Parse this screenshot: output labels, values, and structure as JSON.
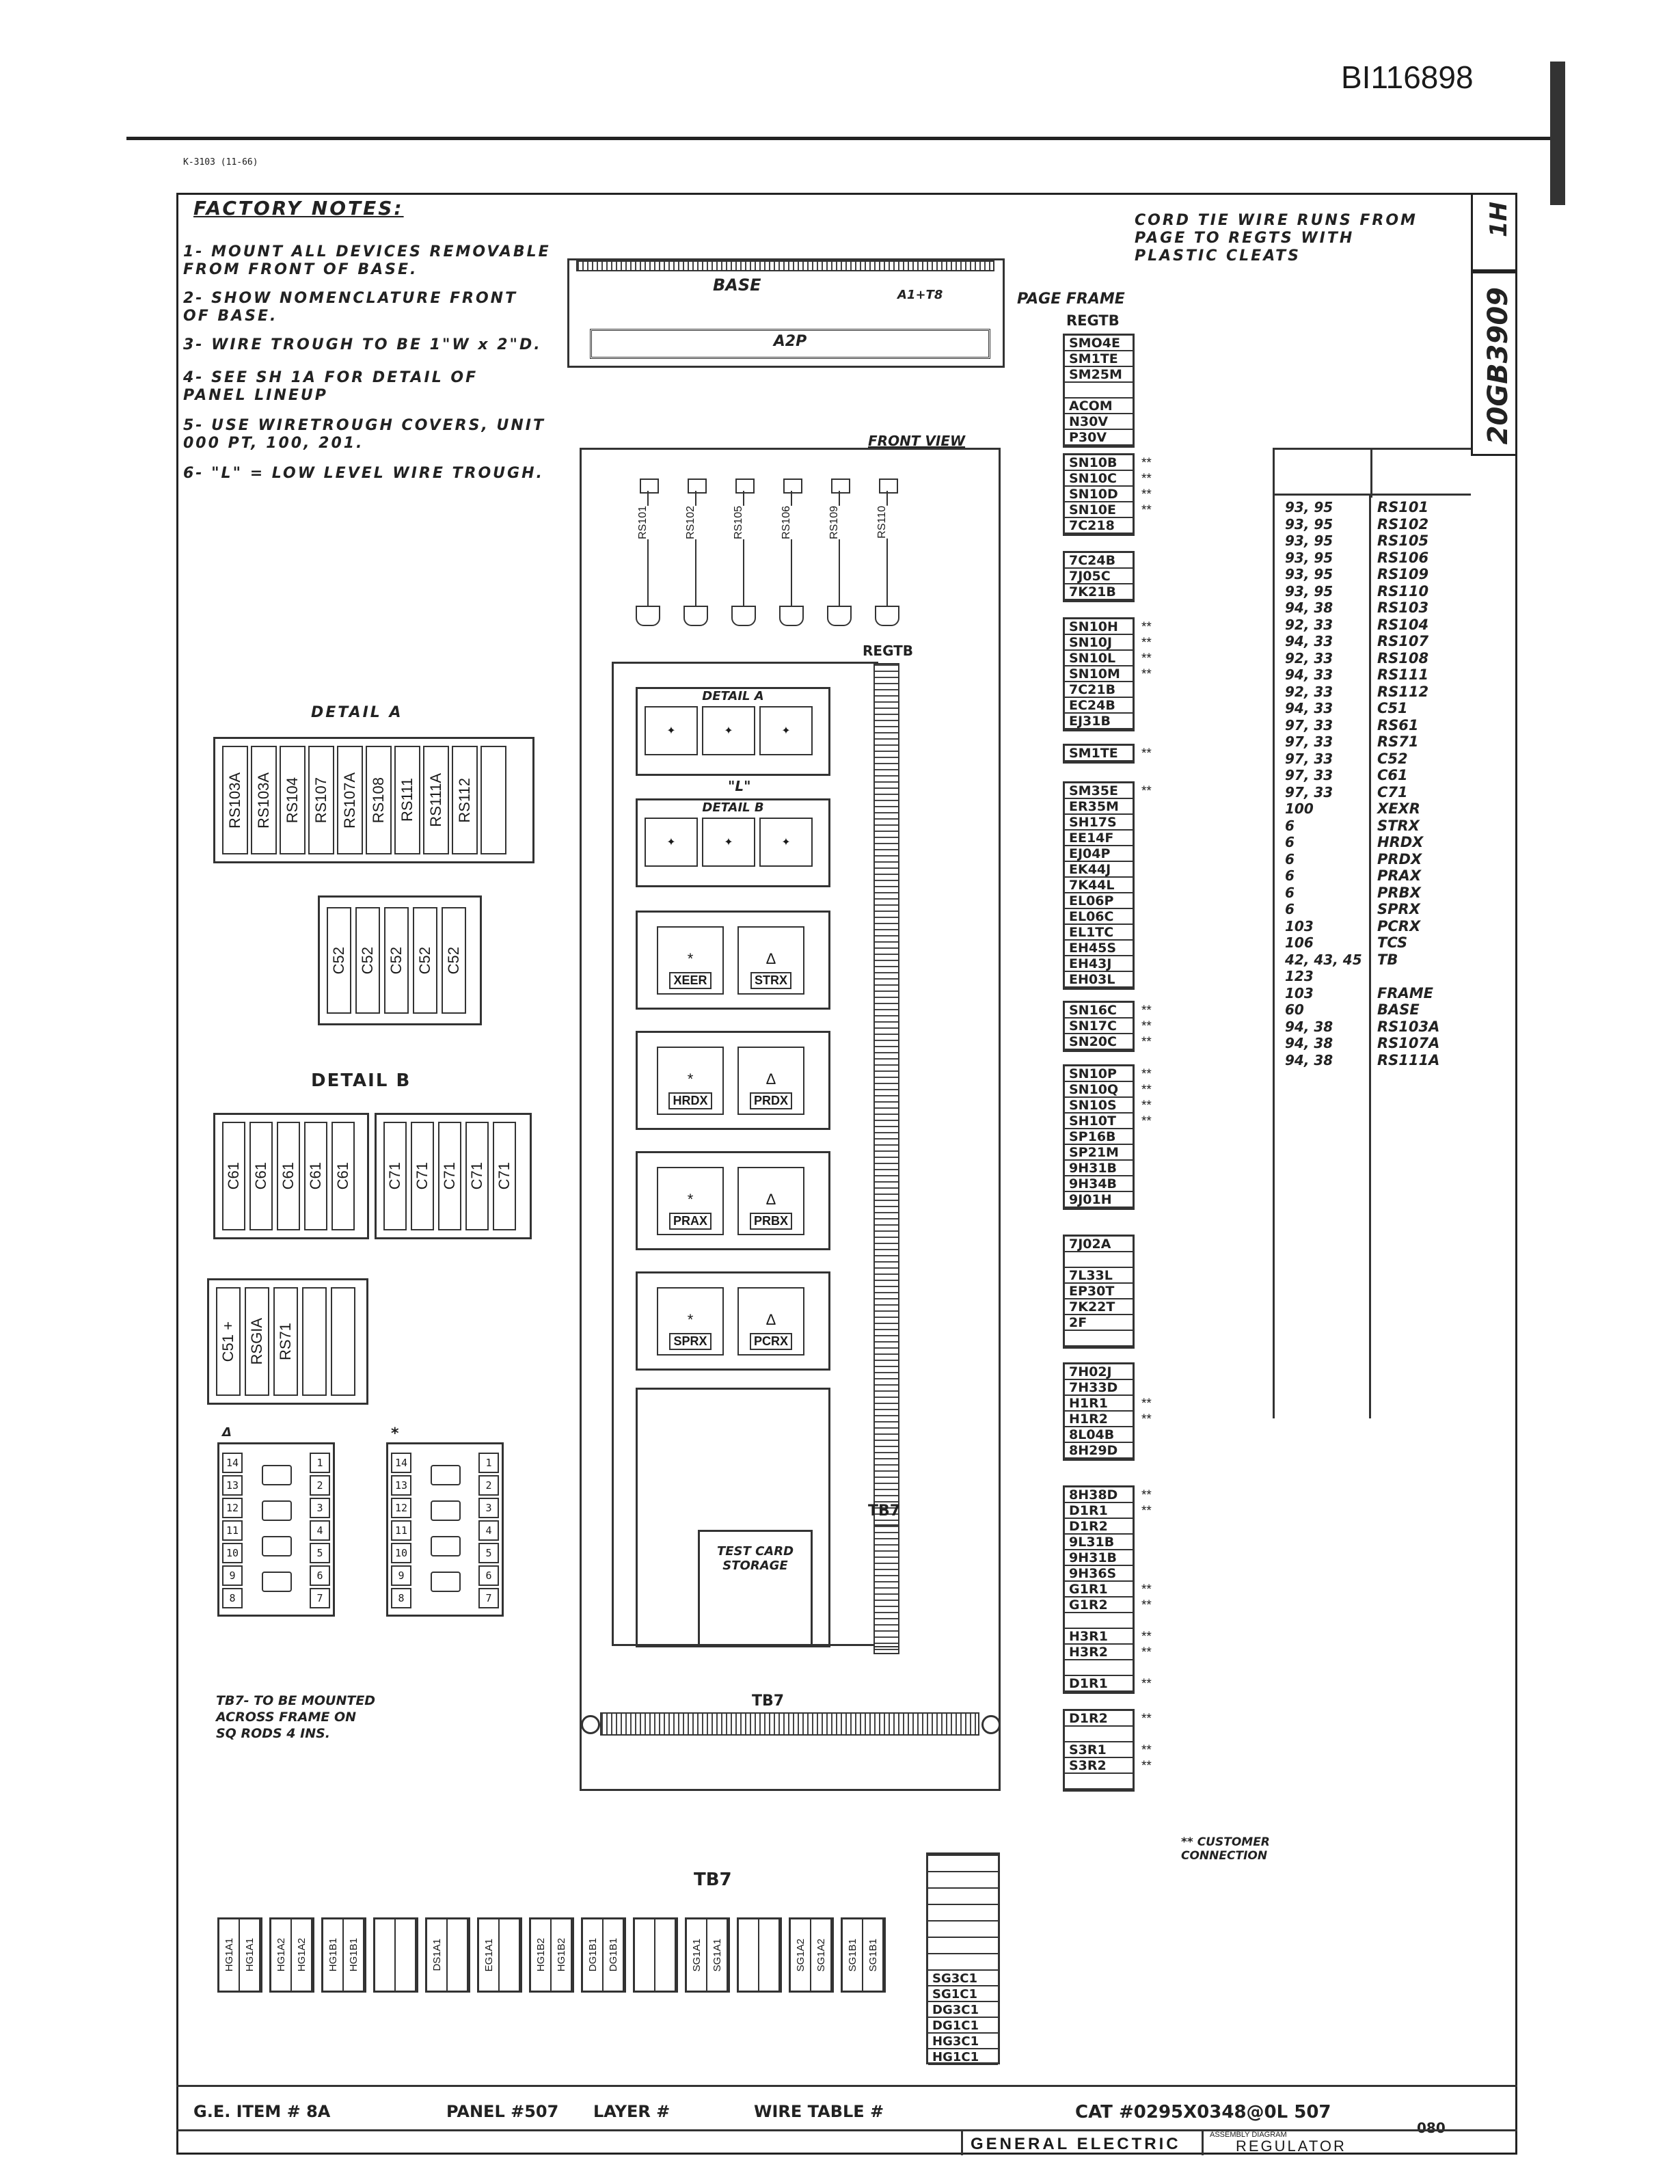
{
  "doc_id": "BI116898",
  "form_no": "K-3103   (11-66)",
  "drawing_no": "20GB3909",
  "sheet": "1H",
  "factory_notes": {
    "title": "FACTORY NOTES:",
    "notes": [
      "1- MOUNT ALL DEVICES REMOVABLE\n   FROM FRONT OF BASE.",
      "2- SHOW NOMENCLATURE FRONT\n   OF BASE.",
      "3- WIRE TROUGH TO BE 1\"W x 2\"D.",
      "4- SEE SH 1A FOR DETAIL OF\n   PANEL LINEUP",
      "5- USE WIRETROUGH COVERS, UNIT\n   000 PT, 100, 201.",
      "6- \"L\" = LOW LEVEL WIRE TROUGH."
    ]
  },
  "cord_note": "CORD TIE WIRE RUNS FROM\nPAGE TO REGTS WITH\nPLASTIC CLEATS",
  "labels": {
    "base": "BASE",
    "a1_t8": "A1+T8",
    "a2p": "A2P",
    "page_frame": "PAGE FRAME",
    "regtb_top": "REGTB",
    "regtb_side": "REGTB",
    "front_view": "FRONT VIEW",
    "detail_a": "DETAIL A",
    "detail_b": "DETAIL B",
    "detail_a_inner": "DETAIL A",
    "detail_b_inner": "DETAIL B",
    "l_mark": "\"L\"",
    "tb7_side": "TB7",
    "tb7_bottom": "TB7",
    "tb7_rail": "TB7",
    "test_card": "TEST CARD\nSTORAGE",
    "tb7_note": "TB7- TO BE MOUNTED\nACROSS FRAME ON\nSQ RODS 4 INS.",
    "customer_note": "** CUSTOMER\n      CONNECTION",
    "delta": "Δ",
    "asterisk": "*"
  },
  "front_resistors": [
    "RS101",
    "RS102",
    "RS105",
    "RS106",
    "RS109",
    "RS110"
  ],
  "detail_a_parts": [
    "RS103A",
    "RS103A",
    "RS104",
    "RS107",
    "RS107A",
    "RS108",
    "RS111",
    "RS111A",
    "RS112",
    ""
  ],
  "cap_parts": [
    "C52",
    "C52",
    "C52",
    "C52",
    "C52"
  ],
  "detail_b_left": [
    "C61",
    "C61",
    "C61",
    "C61",
    "C61"
  ],
  "detail_b_right": [
    "C71",
    "C71",
    "C71",
    "C71",
    "C71"
  ],
  "small_parts": [
    "C51 +",
    "RSGIA",
    "RS71",
    "",
    ""
  ],
  "devices": [
    [
      "XEER",
      "STRX"
    ],
    [
      "HRDX",
      "PRDX"
    ],
    [
      "PRAX",
      "PRBX"
    ],
    [
      "SPRX",
      "PCRX"
    ]
  ],
  "terminal_tags_group1": [
    "SMO4E",
    "SM1TE",
    "SM25M",
    "",
    "ACOM",
    "N30V",
    "P30V"
  ],
  "terminal_groups": [
    {
      "tags": [
        "SN10B",
        "SN10C",
        "SN10D",
        "SN10E",
        "7C218"
      ],
      "stars": [
        "**",
        "**",
        "**",
        "**",
        ""
      ]
    },
    {
      "tags": [
        "7C24B",
        "7J05C",
        "7K21B"
      ],
      "stars": [
        "",
        "",
        ""
      ]
    },
    {
      "tags": [
        "SN10H",
        "SN10J",
        "SN10L",
        "SN10M",
        "7C21B",
        "EC24B",
        "EJ31B"
      ],
      "stars": [
        "**",
        "**",
        "**",
        "**",
        "",
        "",
        ""
      ]
    },
    {
      "tags": [
        "SM1TE"
      ],
      "stars": [
        "**"
      ]
    },
    {
      "tags": [
        "SM35E",
        "ER35M",
        "SH17S",
        "EE14F",
        "EJ04P",
        "EK44J",
        "7K44L",
        "EL06P",
        "EL06C",
        "EL1TC",
        "EH45S",
        "EH43J",
        "EH03L"
      ],
      "stars": [
        "**",
        "",
        "",
        "",
        "",
        "",
        "",
        "",
        "",
        "",
        "",
        "",
        ""
      ]
    },
    {
      "tags": [
        "SN16C",
        "SN17C",
        "SN20C"
      ],
      "stars": [
        "**",
        "**",
        "**"
      ]
    },
    {
      "tags": [
        "SN10P",
        "SN10Q",
        "SN10S",
        "SH10T",
        "SP16B",
        "SP21M",
        "9H31B",
        "9H34B",
        "9J01H"
      ],
      "stars": [
        "**",
        "**",
        "**",
        "**",
        "",
        "",
        "",
        "",
        ""
      ]
    },
    {
      "tags": [
        "7J02A",
        "",
        "7L33L",
        "EP30T",
        "7K22T",
        "2F",
        ""
      ],
      "stars": [
        "",
        "",
        "",
        "",
        "",
        "",
        ""
      ]
    },
    {
      "tags": [
        "7H02J",
        "7H33D",
        "H1R1",
        "H1R2",
        "8L04B",
        "8H29D"
      ],
      "stars": [
        "",
        "",
        "**",
        "**",
        "",
        ""
      ]
    },
    {
      "tags": [
        "8H38D",
        "D1R1",
        "D1R2",
        "9L31B",
        "9H31B",
        "9H36S",
        "G1R1",
        "G1R2",
        "",
        "H3R1",
        "H3R2",
        "",
        "D1R1"
      ],
      "stars": [
        "**",
        "**",
        "",
        "",
        "",
        "",
        "**",
        "**",
        "",
        "**",
        "**",
        "",
        "**"
      ]
    },
    {
      "tags": [
        "D1R2",
        "",
        "S3R1",
        "S3R2",
        ""
      ],
      "stars": [
        "**",
        "",
        "**",
        "**",
        ""
      ]
    }
  ],
  "wire_table": [
    [
      "93, 95",
      "RS101"
    ],
    [
      "93, 95",
      "RS102"
    ],
    [
      "93, 95",
      "RS105"
    ],
    [
      "93, 95",
      "RS106"
    ],
    [
      "93, 95",
      "RS109"
    ],
    [
      "93, 95",
      "RS110"
    ],
    [
      "94, 38",
      "RS103"
    ],
    [
      "92, 33",
      "RS104"
    ],
    [
      "94, 33",
      "RS107"
    ],
    [
      "92, 33",
      "RS108"
    ],
    [
      "94, 33",
      "RS111"
    ],
    [
      "92, 33",
      "RS112"
    ],
    [
      "94, 33",
      "C51"
    ],
    [
      "97, 33",
      "RS61"
    ],
    [
      "97, 33",
      "RS71"
    ],
    [
      "97, 33",
      "C52"
    ],
    [
      "97, 33",
      "C61"
    ],
    [
      "97, 33",
      "C71"
    ],
    [
      "100",
      "XEXR"
    ],
    [
      "6",
      "STRX"
    ],
    [
      "6",
      "HRDX"
    ],
    [
      "6",
      "PRDX"
    ],
    [
      "6",
      "PRAX"
    ],
    [
      "6",
      "PRBX"
    ],
    [
      "6",
      "SPRX"
    ],
    [
      "103",
      "PCRX"
    ],
    [
      "106",
      "TCS"
    ],
    [
      "42, 43, 45",
      "TB"
    ],
    [
      "123",
      ""
    ],
    [
      "103",
      "FRAME"
    ],
    [
      "60",
      "BASE"
    ],
    [
      "94, 38",
      "RS103A"
    ],
    [
      "94, 38",
      "RS107A"
    ],
    [
      "94, 38",
      "RS111A"
    ]
  ],
  "tb7_bottom_groups": [
    [
      "HG1A1",
      "HG1A1"
    ],
    [
      "HG1A2",
      "HG1A2"
    ],
    [
      "HG1B1",
      "HG1B1"
    ],
    [
      "",
      ""
    ],
    [
      "DS1A1",
      ""
    ],
    [
      "EG1A1",
      ""
    ],
    [
      "HG1B2",
      "HG1B2"
    ],
    [
      "DG1B1",
      "DG1B1"
    ],
    [
      "",
      ""
    ],
    [
      "SG1A1",
      "SG1A1"
    ],
    [
      "",
      ""
    ],
    [
      "SG1A2",
      "SG1A2"
    ],
    [
      "SG1B1",
      "SG1B1"
    ]
  ],
  "small_terminal_tags": [
    "SG3C1",
    "SG1C1",
    "DG3C1",
    "DG1C1",
    "HG3C1",
    "HG1C1"
  ],
  "relay_left_nums": [
    "14",
    "13",
    "12",
    "11",
    "10",
    "9",
    "8"
  ],
  "relay_right_nums": [
    "1",
    "2",
    "3",
    "4",
    "5",
    "6",
    "7"
  ],
  "relay_markers": [
    "Δ",
    "*"
  ],
  "title_block": {
    "item": "G.E. ITEM # 8A",
    "panel": "PANEL #507",
    "layer": "LAYER #",
    "wire_table": "WIRE TABLE #",
    "cat": "CAT #0295X0348@0L 507",
    "cat_suffix": "080",
    "company": "GENERAL ELECTRIC",
    "title": "REGULATOR",
    "title_small": "ASSEMBLY DIAGRAM"
  }
}
